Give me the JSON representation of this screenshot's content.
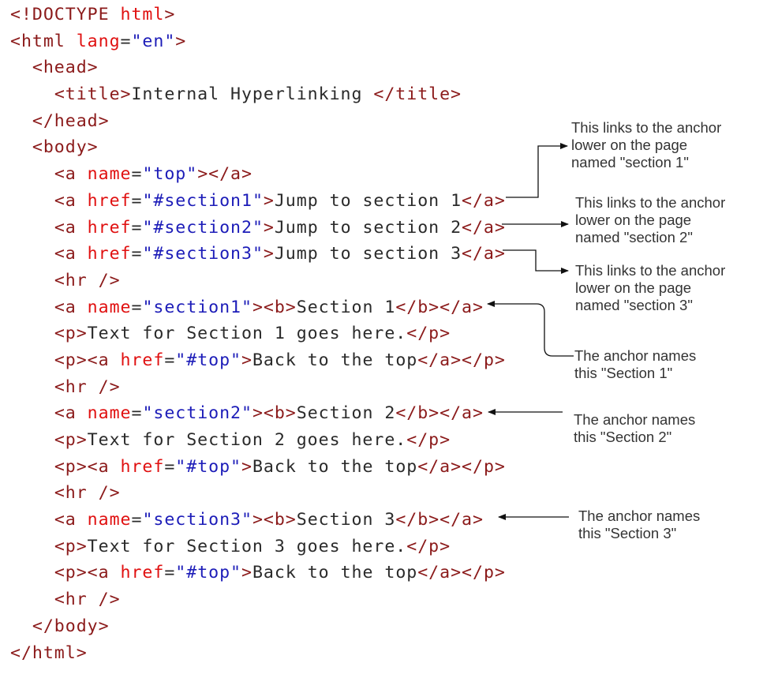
{
  "figure": {
    "description": "HTML code example of internal hyperlinking with annotated arrows",
    "colors": {
      "tag": "#8b1a1a",
      "attribute": "#e01010",
      "value": "#1c1cb8",
      "text": "#2a2a2a",
      "annotation": "#333333",
      "arrow": "#111111"
    }
  },
  "code_lines": [
    {
      "indent": 0,
      "parts": [
        [
          "tag",
          "<!DOCTYPE "
        ],
        [
          "attr",
          "html"
        ],
        [
          "tag",
          ">"
        ]
      ]
    },
    {
      "indent": 0,
      "parts": [
        [
          "tag",
          "<html "
        ],
        [
          "attr",
          "lang"
        ],
        [
          "txt",
          "="
        ],
        [
          "val",
          "\"en\""
        ],
        [
          "tag",
          ">"
        ]
      ]
    },
    {
      "indent": 1,
      "parts": [
        [
          "tag",
          "<head>"
        ]
      ]
    },
    {
      "indent": 2,
      "parts": [
        [
          "tag",
          "<title>"
        ],
        [
          "txt",
          "Internal Hyperlinking "
        ],
        [
          "tag",
          "</title>"
        ]
      ]
    },
    {
      "indent": 1,
      "parts": [
        [
          "tag",
          "</head>"
        ]
      ]
    },
    {
      "indent": 1,
      "parts": [
        [
          "tag",
          "<body>"
        ]
      ]
    },
    {
      "indent": 2,
      "parts": [
        [
          "tag",
          "<a "
        ],
        [
          "attr",
          "name"
        ],
        [
          "txt",
          "="
        ],
        [
          "val",
          "\"top\""
        ],
        [
          "tag",
          "></a>"
        ]
      ]
    },
    {
      "indent": 2,
      "parts": [
        [
          "tag",
          "<a "
        ],
        [
          "attr",
          "href"
        ],
        [
          "txt",
          "="
        ],
        [
          "val",
          "\"#section1\""
        ],
        [
          "tag",
          ">"
        ],
        [
          "txt",
          "Jump to section 1"
        ],
        [
          "tag",
          "</a>"
        ]
      ]
    },
    {
      "indent": 2,
      "parts": [
        [
          "tag",
          "<a "
        ],
        [
          "attr",
          "href"
        ],
        [
          "txt",
          "="
        ],
        [
          "val",
          "\"#section2\""
        ],
        [
          "tag",
          ">"
        ],
        [
          "txt",
          "Jump to section 2"
        ],
        [
          "tag",
          "</a>"
        ]
      ]
    },
    {
      "indent": 2,
      "parts": [
        [
          "tag",
          "<a "
        ],
        [
          "attr",
          "href"
        ],
        [
          "txt",
          "="
        ],
        [
          "val",
          "\"#section3\""
        ],
        [
          "tag",
          ">"
        ],
        [
          "txt",
          "Jump to section 3"
        ],
        [
          "tag",
          "</a>"
        ]
      ]
    },
    {
      "indent": 2,
      "parts": [
        [
          "tag",
          "<hr />"
        ]
      ]
    },
    {
      "indent": 2,
      "parts": [
        [
          "tag",
          "<a "
        ],
        [
          "attr",
          "name"
        ],
        [
          "txt",
          "="
        ],
        [
          "val",
          "\"section1\""
        ],
        [
          "tag",
          "><b>"
        ],
        [
          "txt",
          "Section 1"
        ],
        [
          "tag",
          "</b></a>"
        ]
      ]
    },
    {
      "indent": 2,
      "parts": [
        [
          "tag",
          "<p>"
        ],
        [
          "txt",
          "Text for Section 1 goes here."
        ],
        [
          "tag",
          "</p>"
        ]
      ]
    },
    {
      "indent": 2,
      "parts": [
        [
          "tag",
          "<p><a "
        ],
        [
          "attr",
          "href"
        ],
        [
          "txt",
          "="
        ],
        [
          "val",
          "\"#top\""
        ],
        [
          "tag",
          ">"
        ],
        [
          "txt",
          "Back to the top"
        ],
        [
          "tag",
          "</a></p>"
        ]
      ]
    },
    {
      "indent": 2,
      "parts": [
        [
          "tag",
          "<hr />"
        ]
      ]
    },
    {
      "indent": 2,
      "parts": [
        [
          "tag",
          "<a "
        ],
        [
          "attr",
          "name"
        ],
        [
          "txt",
          "="
        ],
        [
          "val",
          "\"section2\""
        ],
        [
          "tag",
          "><b>"
        ],
        [
          "txt",
          "Section 2"
        ],
        [
          "tag",
          "</b></a>"
        ]
      ]
    },
    {
      "indent": 2,
      "parts": [
        [
          "tag",
          "<p>"
        ],
        [
          "txt",
          "Text for Section 2 goes here."
        ],
        [
          "tag",
          "</p>"
        ]
      ]
    },
    {
      "indent": 2,
      "parts": [
        [
          "tag",
          "<p><a "
        ],
        [
          "attr",
          "href"
        ],
        [
          "txt",
          "="
        ],
        [
          "val",
          "\"#top\""
        ],
        [
          "tag",
          ">"
        ],
        [
          "txt",
          "Back to the top"
        ],
        [
          "tag",
          "</a></p>"
        ]
      ]
    },
    {
      "indent": 2,
      "parts": [
        [
          "tag",
          "<hr />"
        ]
      ]
    },
    {
      "indent": 2,
      "parts": [
        [
          "tag",
          "<a "
        ],
        [
          "attr",
          "name"
        ],
        [
          "txt",
          "="
        ],
        [
          "val",
          "\"section3\""
        ],
        [
          "tag",
          "><b>"
        ],
        [
          "txt",
          "Section 3"
        ],
        [
          "tag",
          "</b></a>"
        ]
      ]
    },
    {
      "indent": 2,
      "parts": [
        [
          "tag",
          "<p>"
        ],
        [
          "txt",
          "Text for Section 3 goes here."
        ],
        [
          "tag",
          "</p>"
        ]
      ]
    },
    {
      "indent": 2,
      "parts": [
        [
          "tag",
          "<p><a "
        ],
        [
          "attr",
          "href"
        ],
        [
          "txt",
          "="
        ],
        [
          "val",
          "\"#top\""
        ],
        [
          "tag",
          ">"
        ],
        [
          "txt",
          "Back to the top"
        ],
        [
          "tag",
          "</a></p>"
        ]
      ]
    },
    {
      "indent": 2,
      "parts": [
        [
          "tag",
          "<hr />"
        ]
      ]
    },
    {
      "indent": 1,
      "parts": [
        [
          "tag",
          "</body>"
        ]
      ]
    },
    {
      "indent": 0,
      "parts": [
        [
          "tag",
          "</html>"
        ]
      ]
    }
  ],
  "annotations": {
    "link_section1": "This links to the anchor\nlower on the page\nnamed \"section 1\"",
    "link_section2": "This links to the anchor\nlower on the page\nnamed \"section 2\"",
    "link_section3": "This links to the anchor\nlower on the page\nnamed \"section 3\"",
    "anchor_section1": "The anchor names\nthis \"Section 1\"",
    "anchor_section2": "The anchor names\nthis \"Section 2\"",
    "anchor_section3": "The anchor names\nthis \"Section 3\""
  }
}
